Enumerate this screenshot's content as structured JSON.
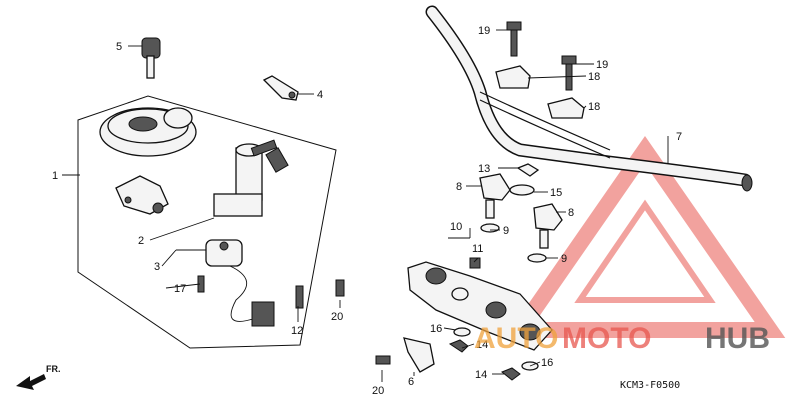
{
  "diagram_code": "KCM3-F0500",
  "front_label": "FR.",
  "watermark": {
    "part1": "AUTO",
    "part2": "MOTO",
    "part3": "HUB"
  },
  "callouts": {
    "c1": "1",
    "c2": "2",
    "c3": "3",
    "c4": "4",
    "c5": "5",
    "c6": "6",
    "c7": "7",
    "c8a": "8",
    "c8b": "8",
    "c9a": "9",
    "c9b": "9",
    "c10": "10",
    "c11": "11",
    "c12": "12",
    "c13": "13",
    "c14a": "14",
    "c14b": "14",
    "c15": "15",
    "c16a": "16",
    "c16b": "16",
    "c17": "17",
    "c18a": "18",
    "c18b": "18",
    "c19a": "19",
    "c19b": "19",
    "c20a": "20",
    "c20b": "20"
  },
  "colors": {
    "watermark_triangle": "#e8574f",
    "watermark_auto": "#f0a23c",
    "watermark_hub": "#555555"
  }
}
